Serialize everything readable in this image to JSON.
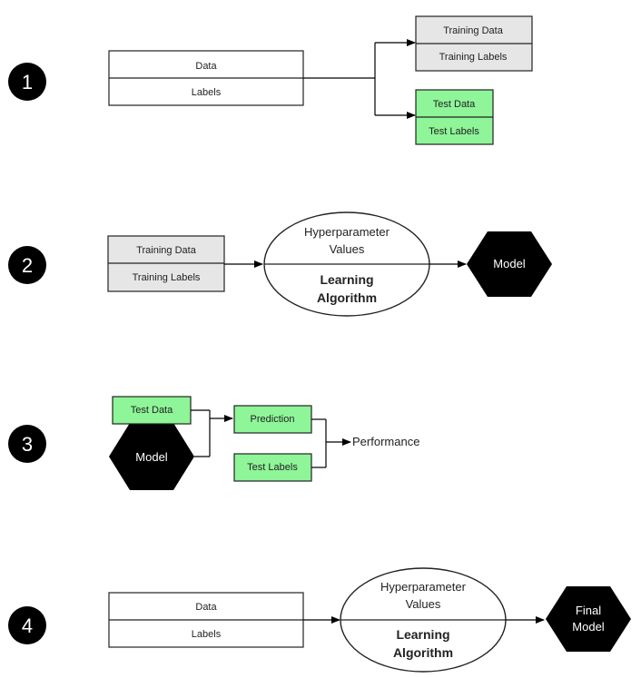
{
  "steps": {
    "s1": {
      "number": "1",
      "data": "Data",
      "labels": "Labels",
      "train_data": "Training Data",
      "train_labels": "Training Labels",
      "test_data": "Test Data",
      "test_labels": "Test Labels"
    },
    "s2": {
      "number": "2",
      "train_data": "Training Data",
      "train_labels": "Training Labels",
      "hyper_line1": "Hyperparameter",
      "hyper_line2": "Values",
      "algo_line1": "Learning",
      "algo_line2": "Algorithm",
      "model": "Model"
    },
    "s3": {
      "number": "3",
      "test_data": "Test Data",
      "model": "Model",
      "prediction": "Prediction",
      "test_labels": "Test Labels",
      "performance": "Performance"
    },
    "s4": {
      "number": "4",
      "data": "Data",
      "labels": "Labels",
      "hyper_line1": "Hyperparameter",
      "hyper_line2": "Values",
      "algo_line1": "Learning",
      "algo_line2": "Algorithm",
      "final_line1": "Final",
      "final_line2": "Model"
    }
  },
  "colors": {
    "gray": "#e6e6e6",
    "green": "#8ef598",
    "black": "#000000"
  }
}
